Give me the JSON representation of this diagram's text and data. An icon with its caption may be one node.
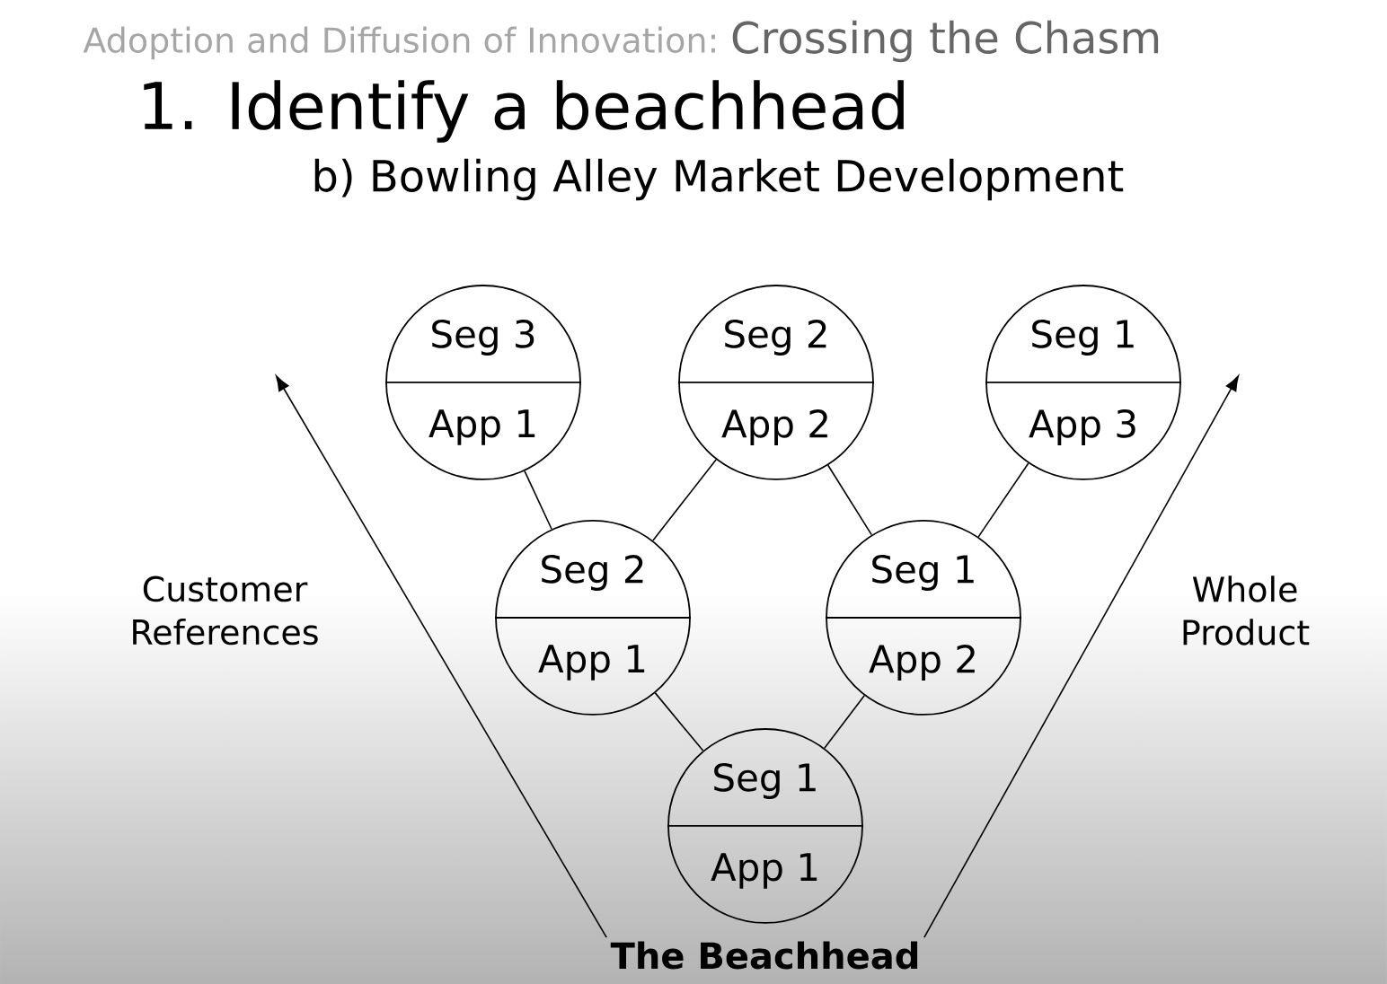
{
  "diagram": {
    "title": "1. Identify a beachhead",
    "nodes": [
      {
        "text": [
          "Seg 3",
          "App 1"
        ]
      },
      {
        "text": [
          "Seg 2",
          "App 2"
        ]
      },
      {
        "text": [
          "Seg 1",
          "App 3"
        ]
      },
      {
        "text": [
          "Seg 2",
          "App 1"
        ]
      },
      {
        "text": [
          "Seg 1",
          "App 2"
        ]
      },
      {
        "text": [
          "Seg 1",
          "App 1"
        ]
      },
      {
        "text": [
          "The Beachhead"
        ]
      }
    ],
    "edges": [
      {
        "from": 3,
        "to": 0,
        "arrow": "none"
      },
      {
        "from": 3,
        "to": 1,
        "arrow": "none"
      },
      {
        "from": 4,
        "to": 1,
        "arrow": "none"
      },
      {
        "from": 4,
        "to": 2,
        "arrow": "none"
      },
      {
        "from": 5,
        "to": 3,
        "arrow": "none"
      },
      {
        "from": 5,
        "to": 4,
        "arrow": "none"
      },
      {
        "from": 6,
        "to": null,
        "arrow": "to"
      },
      {
        "from": 6,
        "to": null,
        "arrow": "to"
      }
    ],
    "labels": [
      "Adoption and Diffusion of Innovation:",
      "Crossing the Chasm",
      "b) Bowling Alley Market Development",
      "Customer References",
      "Whole Product"
    ]
  }
}
